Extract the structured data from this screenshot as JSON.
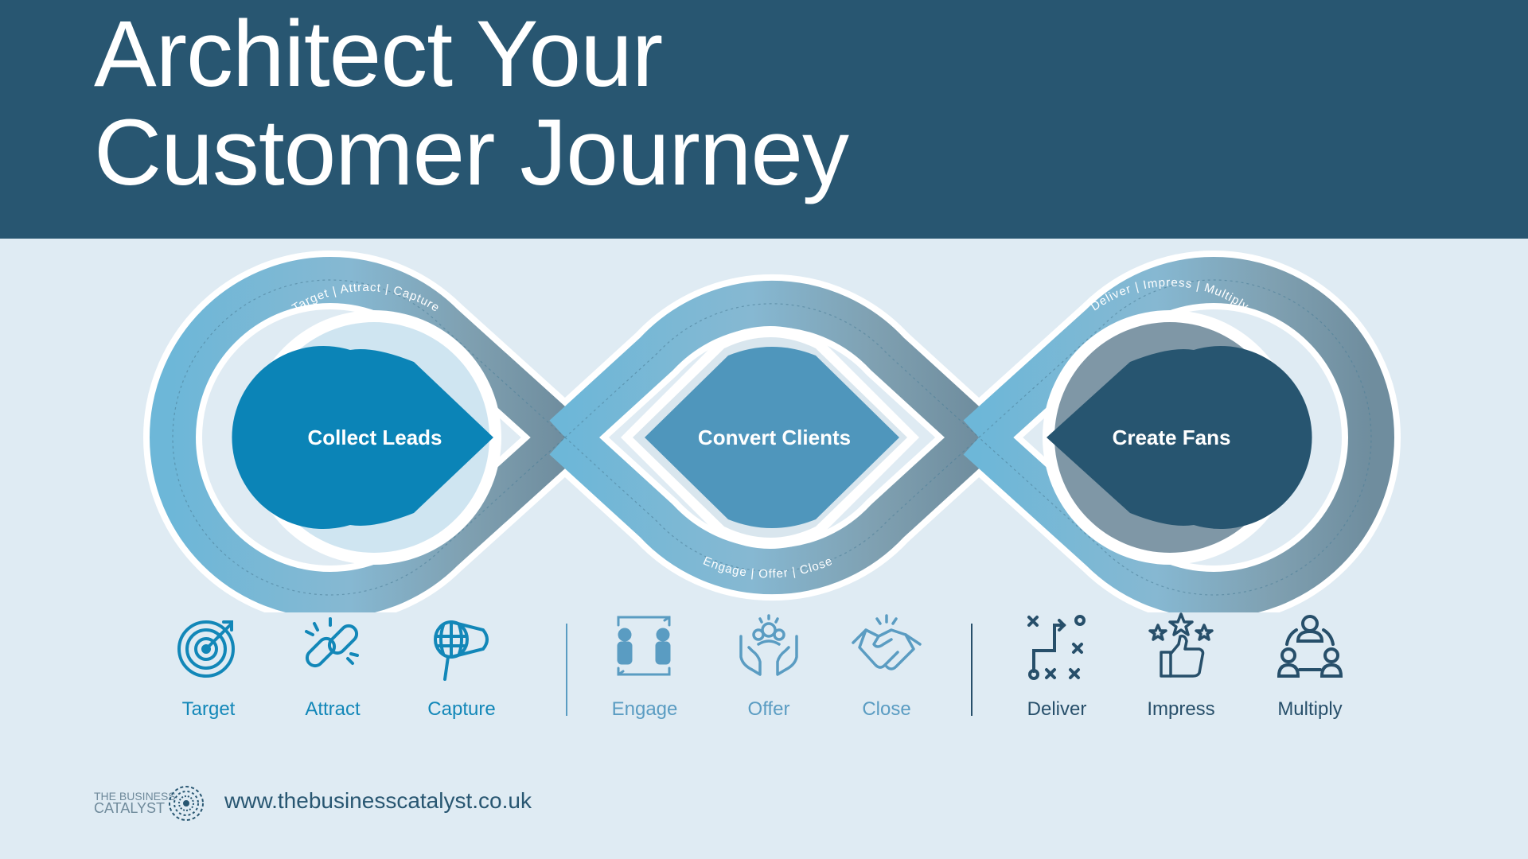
{
  "title": {
    "line1": "Architect Your",
    "line2": "Customer Journey"
  },
  "diagram": {
    "stages": [
      {
        "label": "Collect Leads",
        "color": "#0b84b7"
      },
      {
        "label": "Convert Clients",
        "color": "#4f96bc"
      },
      {
        "label": "Create Fans",
        "color": "#275570"
      }
    ],
    "arc_texts": [
      "Target  |  Attract  |  Capture",
      "Engage  |  Offer  |  Close",
      "Deliver  |  Impress  |  Multiply"
    ]
  },
  "icon_groups": [
    {
      "color": "#1287b8",
      "items": [
        {
          "label": "Target",
          "icon": "target-icon"
        },
        {
          "label": "Attract",
          "icon": "chain-link-icon"
        },
        {
          "label": "Capture",
          "icon": "net-icon"
        }
      ]
    },
    {
      "color": "#5a9cc2",
      "items": [
        {
          "label": "Engage",
          "icon": "people-exchange-icon"
        },
        {
          "label": "Offer",
          "icon": "hands-offering-icon"
        },
        {
          "label": "Close",
          "icon": "handshake-icon"
        }
      ]
    },
    {
      "color": "#274f6a",
      "items": [
        {
          "label": "Deliver",
          "icon": "strategy-path-icon"
        },
        {
          "label": "Impress",
          "icon": "thumbs-up-stars-icon"
        },
        {
          "label": "Multiply",
          "icon": "network-people-icon"
        }
      ]
    }
  ],
  "footer": {
    "logo_line1": "THE BUSINESS",
    "logo_line2": "CATALYST",
    "url": "www.thebusinesscatalyst.co.uk"
  }
}
